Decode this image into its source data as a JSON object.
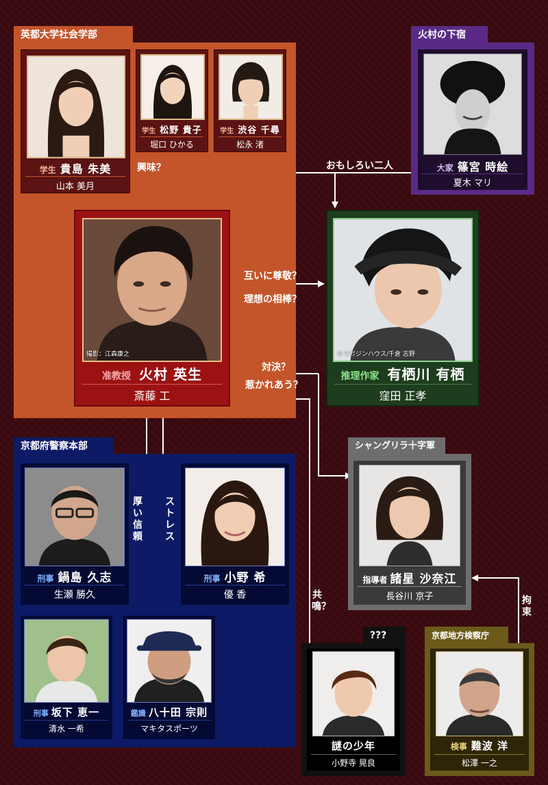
{
  "groups": {
    "university": "英都大学社会学部",
    "boarding": "火村の下宿",
    "police": "京都府警察本部",
    "shangri": "シャングリラ十字軍",
    "mystery": "???",
    "prosecutor": "京都地方検察庁"
  },
  "characters": {
    "kijima": {
      "role": "学生",
      "name": "貴島 朱美",
      "actor": "山本 美月"
    },
    "matsuno": {
      "role": "学生",
      "name": "松野 貴子",
      "actor": "堀口 ひかる"
    },
    "shibuya": {
      "role": "学生",
      "name": "渋谷 千尋",
      "actor": "松永 渚"
    },
    "shinomiya": {
      "role": "大家",
      "name": "篠宮 時絵",
      "actor": "夏木 マリ"
    },
    "himura": {
      "role": "准教授",
      "name": "火村 英生",
      "actor": "斎藤 工",
      "credit": "撮影：江森康之"
    },
    "arisugawa": {
      "role": "推理作家",
      "name": "有栖川 有栖",
      "actor": "窪田 正孝",
      "credit": "©マガジンハウス/千倉 志野"
    },
    "nabeshima": {
      "role": "刑事",
      "name": "鍋島 久志",
      "actor": "生瀬 勝久"
    },
    "ono": {
      "role": "刑事",
      "name": "小野 希",
      "actor": "優 香"
    },
    "moroboshi": {
      "role": "指導者",
      "name": "諸星 沙奈江",
      "actor": "長谷川 京子"
    },
    "sakashita": {
      "role": "刑事",
      "name": "坂下 恵一",
      "actor": "清水 一希"
    },
    "yasoda": {
      "role": "鑑識",
      "name": "八十田 宗則",
      "actor": "マキタスポーツ"
    },
    "boy": {
      "role": "",
      "name": "謎の少年",
      "actor": "小野寺 晃良"
    },
    "namba": {
      "role": "検事",
      "name": "難波 洋",
      "actor": "松澤 一之"
    }
  },
  "relations": {
    "interest": "興味？",
    "funny_pair": "おもしろい二人",
    "respect": "互いに尊敬？",
    "ideal": "理想の相棒？",
    "confront": "対決？",
    "attract": "惹かれあう？",
    "trust": "厚い信頼",
    "stress": "ストレス",
    "resonate": "共鳴？",
    "restraint": "拘束"
  },
  "colors": {
    "university": "#c4552a",
    "boarding": "#5a2b86",
    "police": "#0d1a66",
    "shangri": "#6e6e6e",
    "mystery": "#111111",
    "prosecutor": "#6b5a1a",
    "himura_card": "#9c1212",
    "arisugawa_card": "#1e3d1e",
    "background": "#3a0a10"
  }
}
